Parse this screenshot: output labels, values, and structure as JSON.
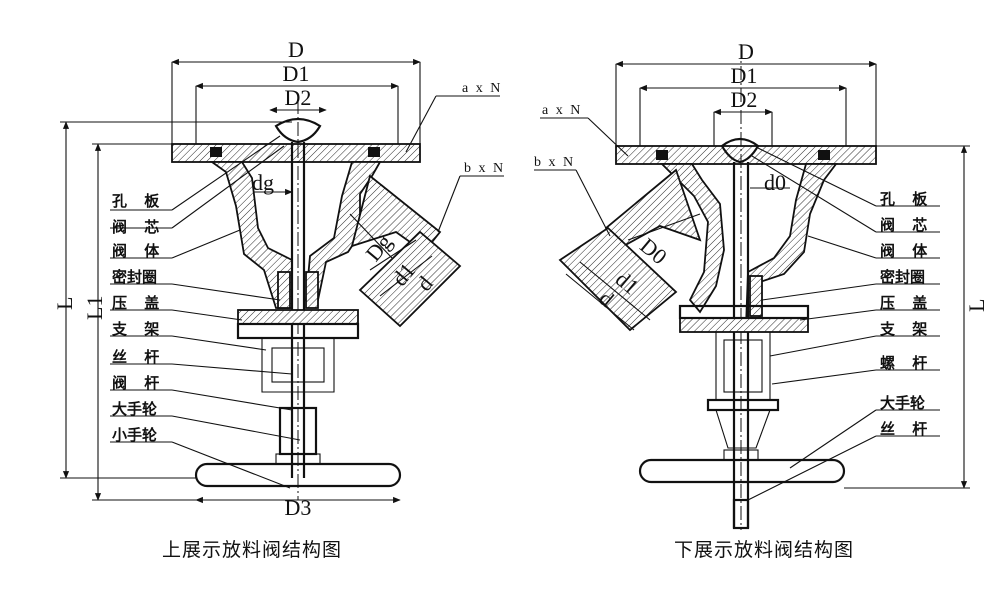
{
  "left_diagram": {
    "caption": "上展示放料阀结构图",
    "dimensions": {
      "D": "D",
      "D1": "D1",
      "D2": "D2",
      "D3": "D3",
      "dg": "dg",
      "Dg": "Dg",
      "d1": "d1",
      "d": "d",
      "L": "L",
      "L1": "L1",
      "axN": "a x N",
      "bxN": "b x N"
    },
    "labels": [
      "孔 板",
      "阀 芯",
      "阀 体",
      "密封圈",
      "压 盖",
      "支 架",
      "丝 杆",
      "阀 杆",
      "大手轮",
      "小手轮"
    ]
  },
  "right_diagram": {
    "caption": "下展示放料阀结构图",
    "dimensions": {
      "D": "D",
      "D1": "D1",
      "D2": "D2",
      "d0": "d0",
      "D0": "D0",
      "d1": "d1",
      "d": "d",
      "L": "L",
      "axN": "a x N",
      "bxN": "b x N"
    },
    "labels": [
      "孔 板",
      "阀 芯",
      "阀 体",
      "密封圈",
      "压 盖",
      "支 架",
      "螺 杆",
      "大手轮",
      "丝 杆"
    ]
  }
}
